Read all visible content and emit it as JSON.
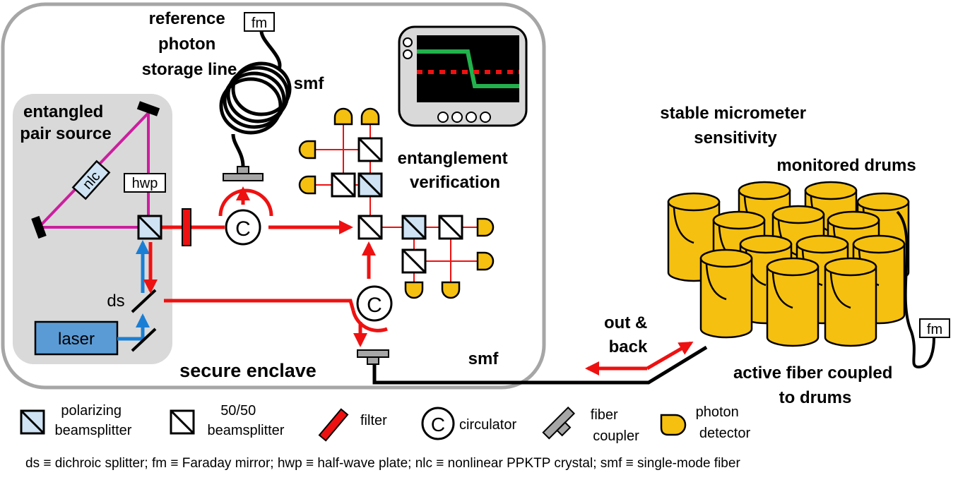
{
  "labels": {
    "reference_line": [
      "reference",
      "photon",
      "storage line"
    ],
    "fm_top": "fm",
    "smf_top": "smf",
    "entangled_source": [
      "entangled",
      "pair source"
    ],
    "nlc": "nlc",
    "hwp": "hwp",
    "ds": "ds",
    "laser": "laser",
    "circulator_symbol": "C",
    "entanglement_verification": [
      "entanglement",
      "verification"
    ],
    "secure_enclave": "secure enclave",
    "stable_sensitivity": [
      "stable micrometer",
      "sensitivity"
    ],
    "monitored_drums": "monitored drums",
    "out_back": [
      "out &",
      "back"
    ],
    "smf_bottom": "smf",
    "fm_right": "fm",
    "active_fiber": [
      "active fiber coupled",
      "to drums"
    ]
  },
  "legend": {
    "pbs": [
      "polarizing",
      "beamsplitter"
    ],
    "bs5050": [
      "50/50",
      "beamsplitter"
    ],
    "filter": "filter",
    "circulator": "circulator",
    "fiber_coupler": [
      "fiber",
      "coupler"
    ],
    "photon_detector": [
      "photon",
      "detector"
    ]
  },
  "footnote": "ds ≡ dichroic splitter;  fm ≡ Faraday mirror; hwp ≡ half-wave plate; nlc ≡ nonlinear PPKTP crystal; smf ≡ single-mode fiber",
  "colors": {
    "red_beam": "#ee1111",
    "blue_beam": "#1a7fd4",
    "magenta_beam": "#cc1e9e",
    "drum": "#f5c00f",
    "drum_edge": "#7a5c00",
    "pbs_fill": "#cfe3f4",
    "laser_fill": "#5b9bd5",
    "monitor_line": "#22b14c",
    "monitor_dots": "#ee1111"
  },
  "icons": [
    "monitor-icon",
    "circulator-icon",
    "fiber-coupler-icon",
    "photon-detector-icon",
    "mirror-icon",
    "beamsplitter-icon",
    "drum-icon"
  ]
}
